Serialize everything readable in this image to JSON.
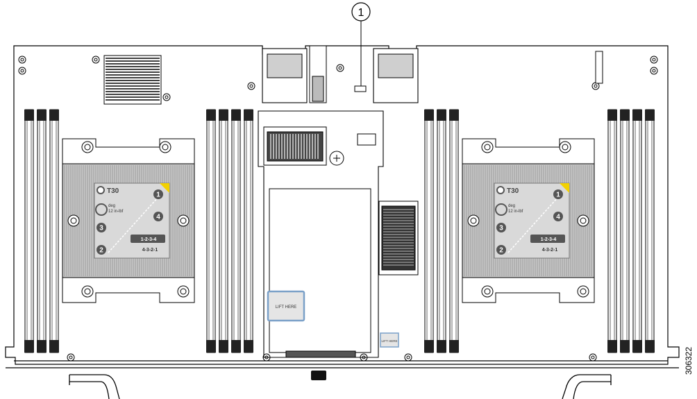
{
  "callout": {
    "number": "1"
  },
  "heatsinks": [
    {
      "torx": "T30",
      "torque": "12 in-lbf",
      "torque_small": "deg",
      "seq_numbers": [
        "1",
        "2",
        "3",
        "4"
      ],
      "install_order": "1-2-3-4",
      "remove_order": "4-3-2-1"
    },
    {
      "torx": "T30",
      "torque": "12 in-lbf",
      "torque_small": "deg",
      "seq_numbers": [
        "1",
        "2",
        "3",
        "4"
      ],
      "install_order": "1-2-3-4",
      "remove_order": "4-3-2-1"
    }
  ],
  "lift_labels": {
    "large": "LIFT HERE",
    "small": "LIFT HERE"
  },
  "figure_id": "306322",
  "colors": {
    "line": "#000000",
    "heatsink_fin": "#9a9a9a",
    "heatsink_bg": "#c8c8c8",
    "sticker": "#d9d9d9",
    "sticker_dark": "#555555",
    "warning_yellow": "#f2d100",
    "lift_border": "#7aa0c8"
  }
}
